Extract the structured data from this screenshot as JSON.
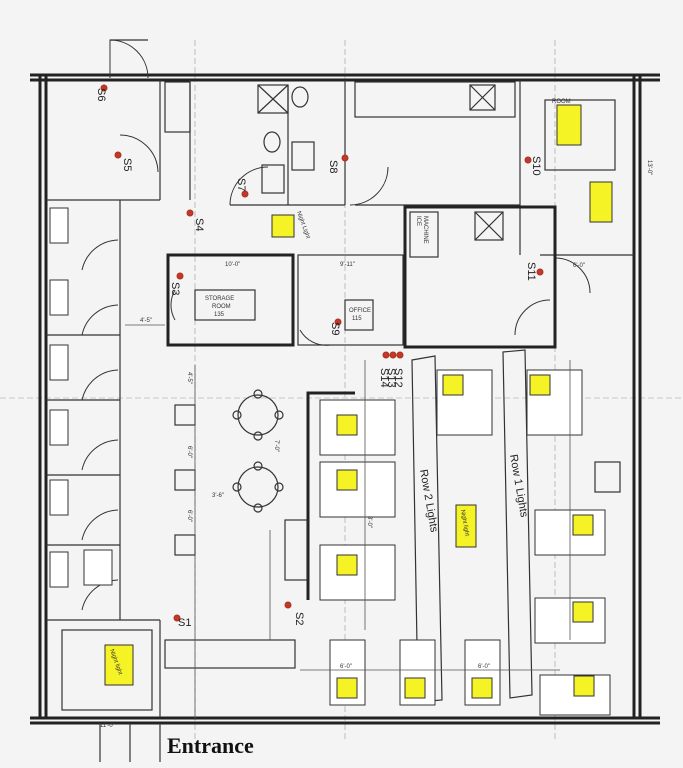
{
  "labels": {
    "entrance": "Entrance",
    "row1": "Row 1 Lights",
    "row2": "Row 2 Lights",
    "night_light_center": "Night light",
    "night_light_bottom": "Night light",
    "night_light_top": "Night Light",
    "ice_machine_1": "ICE",
    "ice_machine_2": "MACHINE",
    "storage_room_1": "STORAGE",
    "storage_room_2": "ROOM",
    "storage_room_num": "135",
    "office_1": "OFFICE",
    "office_num": "115",
    "room_label": "ROOM"
  },
  "sensors": {
    "s1": "S1",
    "s2": "S2",
    "s3": "S3",
    "s4": "S4",
    "s5": "S5",
    "s6": "S6",
    "s7": "S7",
    "s8": "S8",
    "s9": "S9",
    "s10": "S10",
    "s11": "S11",
    "s12": "S12",
    "s13": "S13",
    "s14": "S14"
  },
  "dims": {
    "d1": "10'-0\"",
    "d2": "9'-11\"",
    "d3": "4'-5\"",
    "d4": "6'-0\"",
    "d5": "6'-0\"",
    "d6": "7'-0\"",
    "d7": "4'-5\"",
    "d8": "6'-0\"",
    "d9": "6'-0\"",
    "d10": "3'-6\"",
    "d11": "13'-0\"",
    "d12": "8'-0\"",
    "d13": "11'-0\"",
    "d14": "6'-0\""
  },
  "colors": {
    "light_fill": "#f5f226",
    "sensor": "#c0392b",
    "wall": "#222222"
  }
}
